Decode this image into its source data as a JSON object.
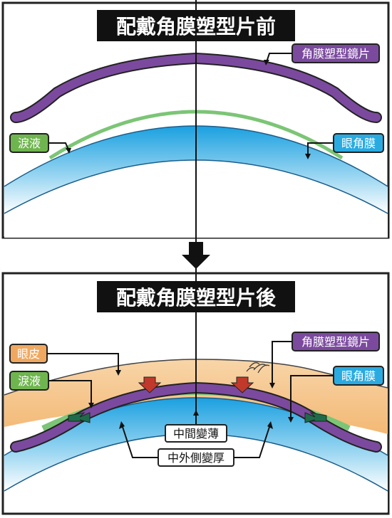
{
  "before": {
    "title": "配戴角膜塑型片前",
    "labels": {
      "lens": "角膜塑型鏡片",
      "tears": "淚液",
      "cornea": "眼角膜"
    }
  },
  "arrow_down": "down-arrow",
  "after": {
    "title": "配戴角膜塑型片後",
    "labels": {
      "eyelid": "眼皮",
      "tears": "淚液",
      "lens": "角膜塑型鏡片",
      "cornea": "眼角膜",
      "center_thinner": "中間變薄",
      "periphery_thicker": "中外側變厚"
    }
  },
  "colors": {
    "lens": "#7b4a9e",
    "tears": "#7cc576",
    "cornea": "#29abe2",
    "eyelid": "#f6c289",
    "red_arrow": "#c0392b",
    "green_arrow": "#1e6b4a",
    "label_purple": "#7b4a9e",
    "label_green": "#6fb54f",
    "label_blue": "#29abe2",
    "label_orange": "#f0a860"
  }
}
